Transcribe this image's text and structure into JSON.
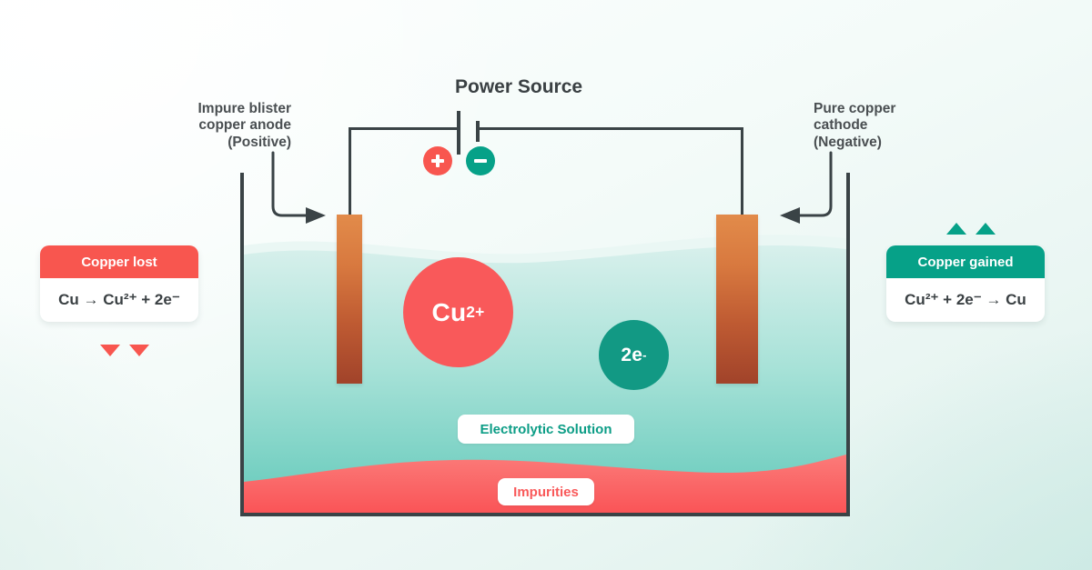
{
  "title": "Copper electrolytic refining cell diagram",
  "power_source": {
    "title": "Power Source",
    "positive_badge": "plus-sign",
    "negative_badge": "minus-sign"
  },
  "labels": {
    "anode": "Impure blister\ncopper anode\n(Positive)",
    "cathode": "Pure copper\ncathode\n(Negative)"
  },
  "tank": {
    "solution_pill": "Electrolytic Solution",
    "impurities_pill": "Impurities"
  },
  "ions": {
    "copper_ion": "Cu",
    "copper_ion_charge": "2+",
    "electron": "2e",
    "electron_charge": "-"
  },
  "cards": {
    "lost": {
      "heading": "Copper lost",
      "equation": "Cu → Cu2+ + 2e-",
      "equation_display": "Cu → Cu²⁺ + 2e⁻"
    },
    "gained": {
      "heading": "Copper gained",
      "equation": "Cu2+ + 2e- → Cu",
      "equation_display": "Cu²⁺ + 2e⁻ → Cu"
    }
  },
  "colors": {
    "red": "#F8564F",
    "red_ion": "#F9595A",
    "teal": "#06A188",
    "teal_ion": "#129984",
    "solution_teal": "#6FCFC0",
    "impurity_red": "#F9666A",
    "electrode_top": "#E28B4A",
    "electrode_bottom": "#A1432A",
    "wire": "#3A4346",
    "text_dark": "#4A4F52"
  }
}
